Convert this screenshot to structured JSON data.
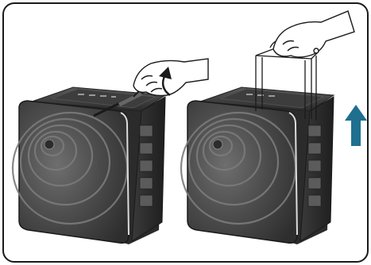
{
  "figure": {
    "panels": [
      {
        "name": "panel-open-handle",
        "action": "lift-handle",
        "icon": "lift-arrow-icon"
      },
      {
        "name": "panel-pull-out-unit",
        "action": "pull-up-unit",
        "icon": "up-arrow-icon"
      }
    ],
    "colors": {
      "frame": "#1a1a1a",
      "device_body": "#3a3a3a",
      "device_face": "#4a4a4a",
      "device_edge": "#222222",
      "up_arrow": "#1f6f8f"
    }
  }
}
